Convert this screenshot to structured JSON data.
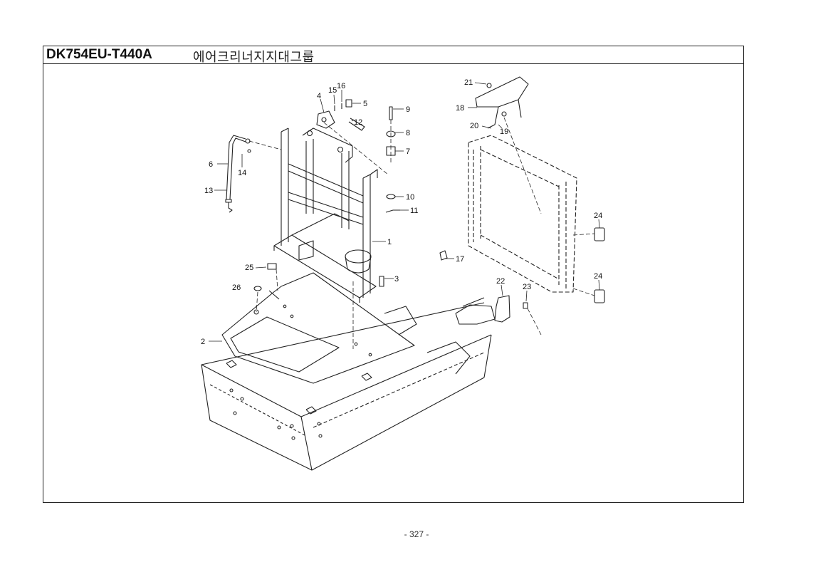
{
  "header": {
    "model": "DK754EU-T440A",
    "group_title": "에어크리너지지대그룹"
  },
  "callouts": [
    "1",
    "2",
    "3",
    "4",
    "5",
    "6",
    "7",
    "8",
    "9",
    "10",
    "11",
    "12",
    "13",
    "14",
    "15",
    "16",
    "17",
    "18",
    "19",
    "20",
    "21",
    "22",
    "23",
    "24",
    "25",
    "26"
  ],
  "callout_second_24": "24",
  "footer": {
    "page_number": "- 327 -"
  }
}
